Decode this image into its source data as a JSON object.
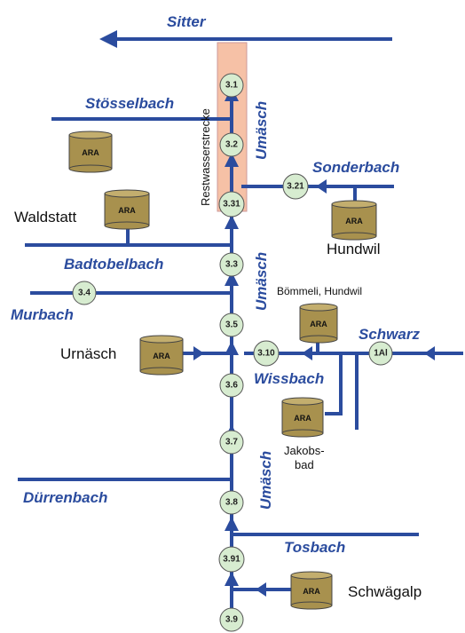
{
  "rivers": {
    "sitter": "Sitter",
    "stoesselbach": "Stösselbach",
    "sonderbach": "Sonderbach",
    "badtobelbach": "Badtobelbach",
    "murbach": "Murbach",
    "schwarz": "Schwarz",
    "wissbach": "Wissbach",
    "duerrenbach": "Dürrenbach",
    "tosbach": "Tosbach",
    "urnaesch_upper": "Umäsch",
    "urnaesch_middle": "Umäsch",
    "urnaesch_lower": "Umäsch"
  },
  "reach_label": "Restwasserstrecke",
  "places": {
    "waldstatt": "Waldstatt",
    "hundwil": "Hundwil",
    "boemmeli": "Bömmeli, Hundwil",
    "urnaesch": "Urnäsch",
    "jakobsbad_1": "Jakobs-",
    "jakobsbad_2": "bad",
    "schwaegalp": "Schwägalp"
  },
  "ara_label": "ARA",
  "nodes": {
    "n31": "3.1",
    "n32": "3.2",
    "n321": "3.21",
    "n331": "3.31",
    "n33": "3.3",
    "n34": "3.4",
    "n35": "3.5",
    "n310": "3.10",
    "n1al": "1Al",
    "n36": "3.6",
    "n37": "3.7",
    "n38": "3.8",
    "n391": "3.91",
    "n39": "3.9"
  },
  "colors": {
    "river": "#2b4c9e",
    "reach_band": "#f6c1a6",
    "node_fill": "#d7ecd0",
    "ara": "#a8914e"
  }
}
